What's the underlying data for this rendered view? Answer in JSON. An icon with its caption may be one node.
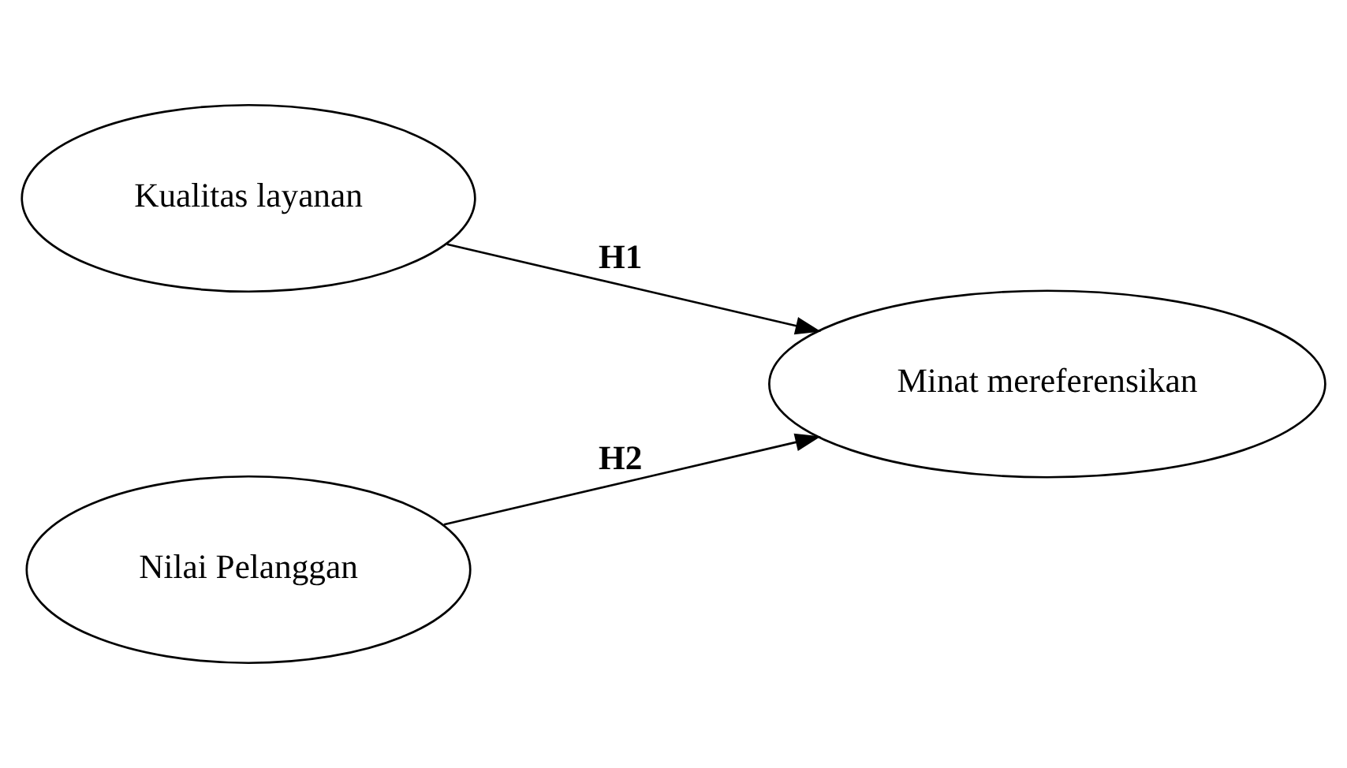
{
  "diagram": {
    "nodes": [
      {
        "text": [
          "Kualitas layanan"
        ]
      },
      {
        "text": [
          "Minat mereferensikan"
        ]
      },
      {
        "text": [
          "Nilai Pelanggan"
        ]
      }
    ],
    "edges": [
      {
        "from": 0,
        "to": 1,
        "arrow": "to",
        "label": "H1"
      },
      {
        "from": 2,
        "to": 1,
        "arrow": "to",
        "label": "H2"
      }
    ]
  }
}
